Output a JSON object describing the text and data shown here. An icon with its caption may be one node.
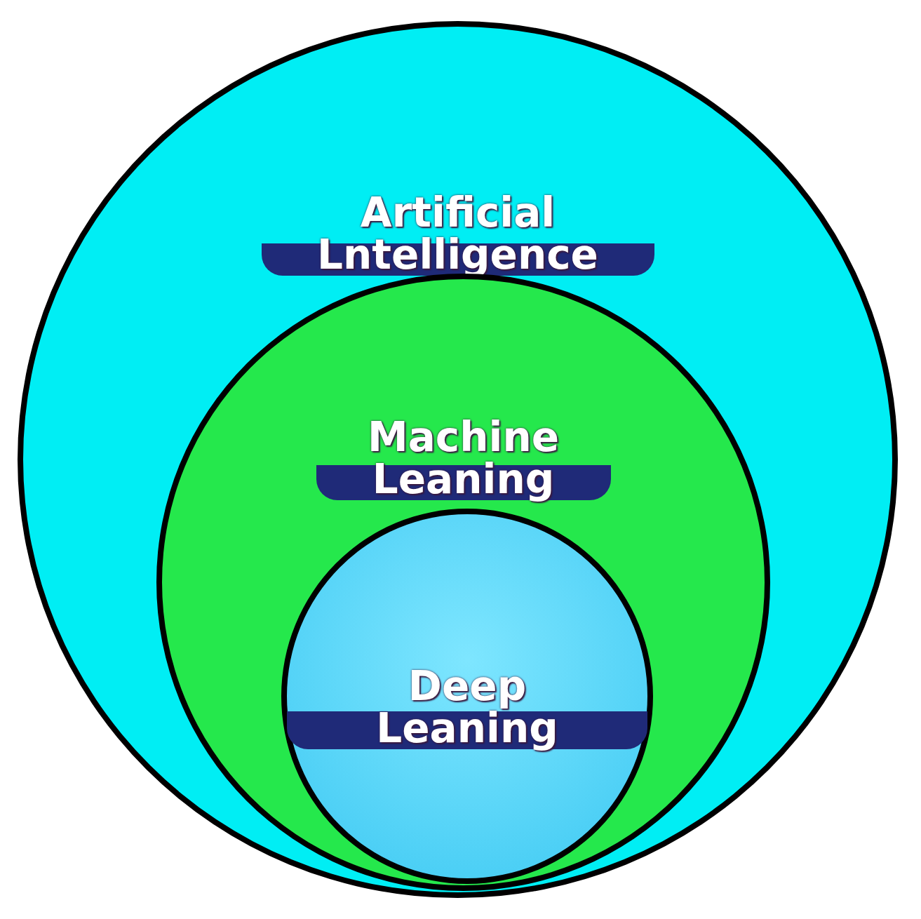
{
  "diagram": {
    "nodes": [
      {
        "text": [
          "Artificial Lntelligence"
        ]
      },
      {
        "text": [
          "Machine Leaning"
        ],
        "in": 0
      },
      {
        "text": [
          "Deep Leaning"
        ],
        "in": 1
      }
    ]
  }
}
